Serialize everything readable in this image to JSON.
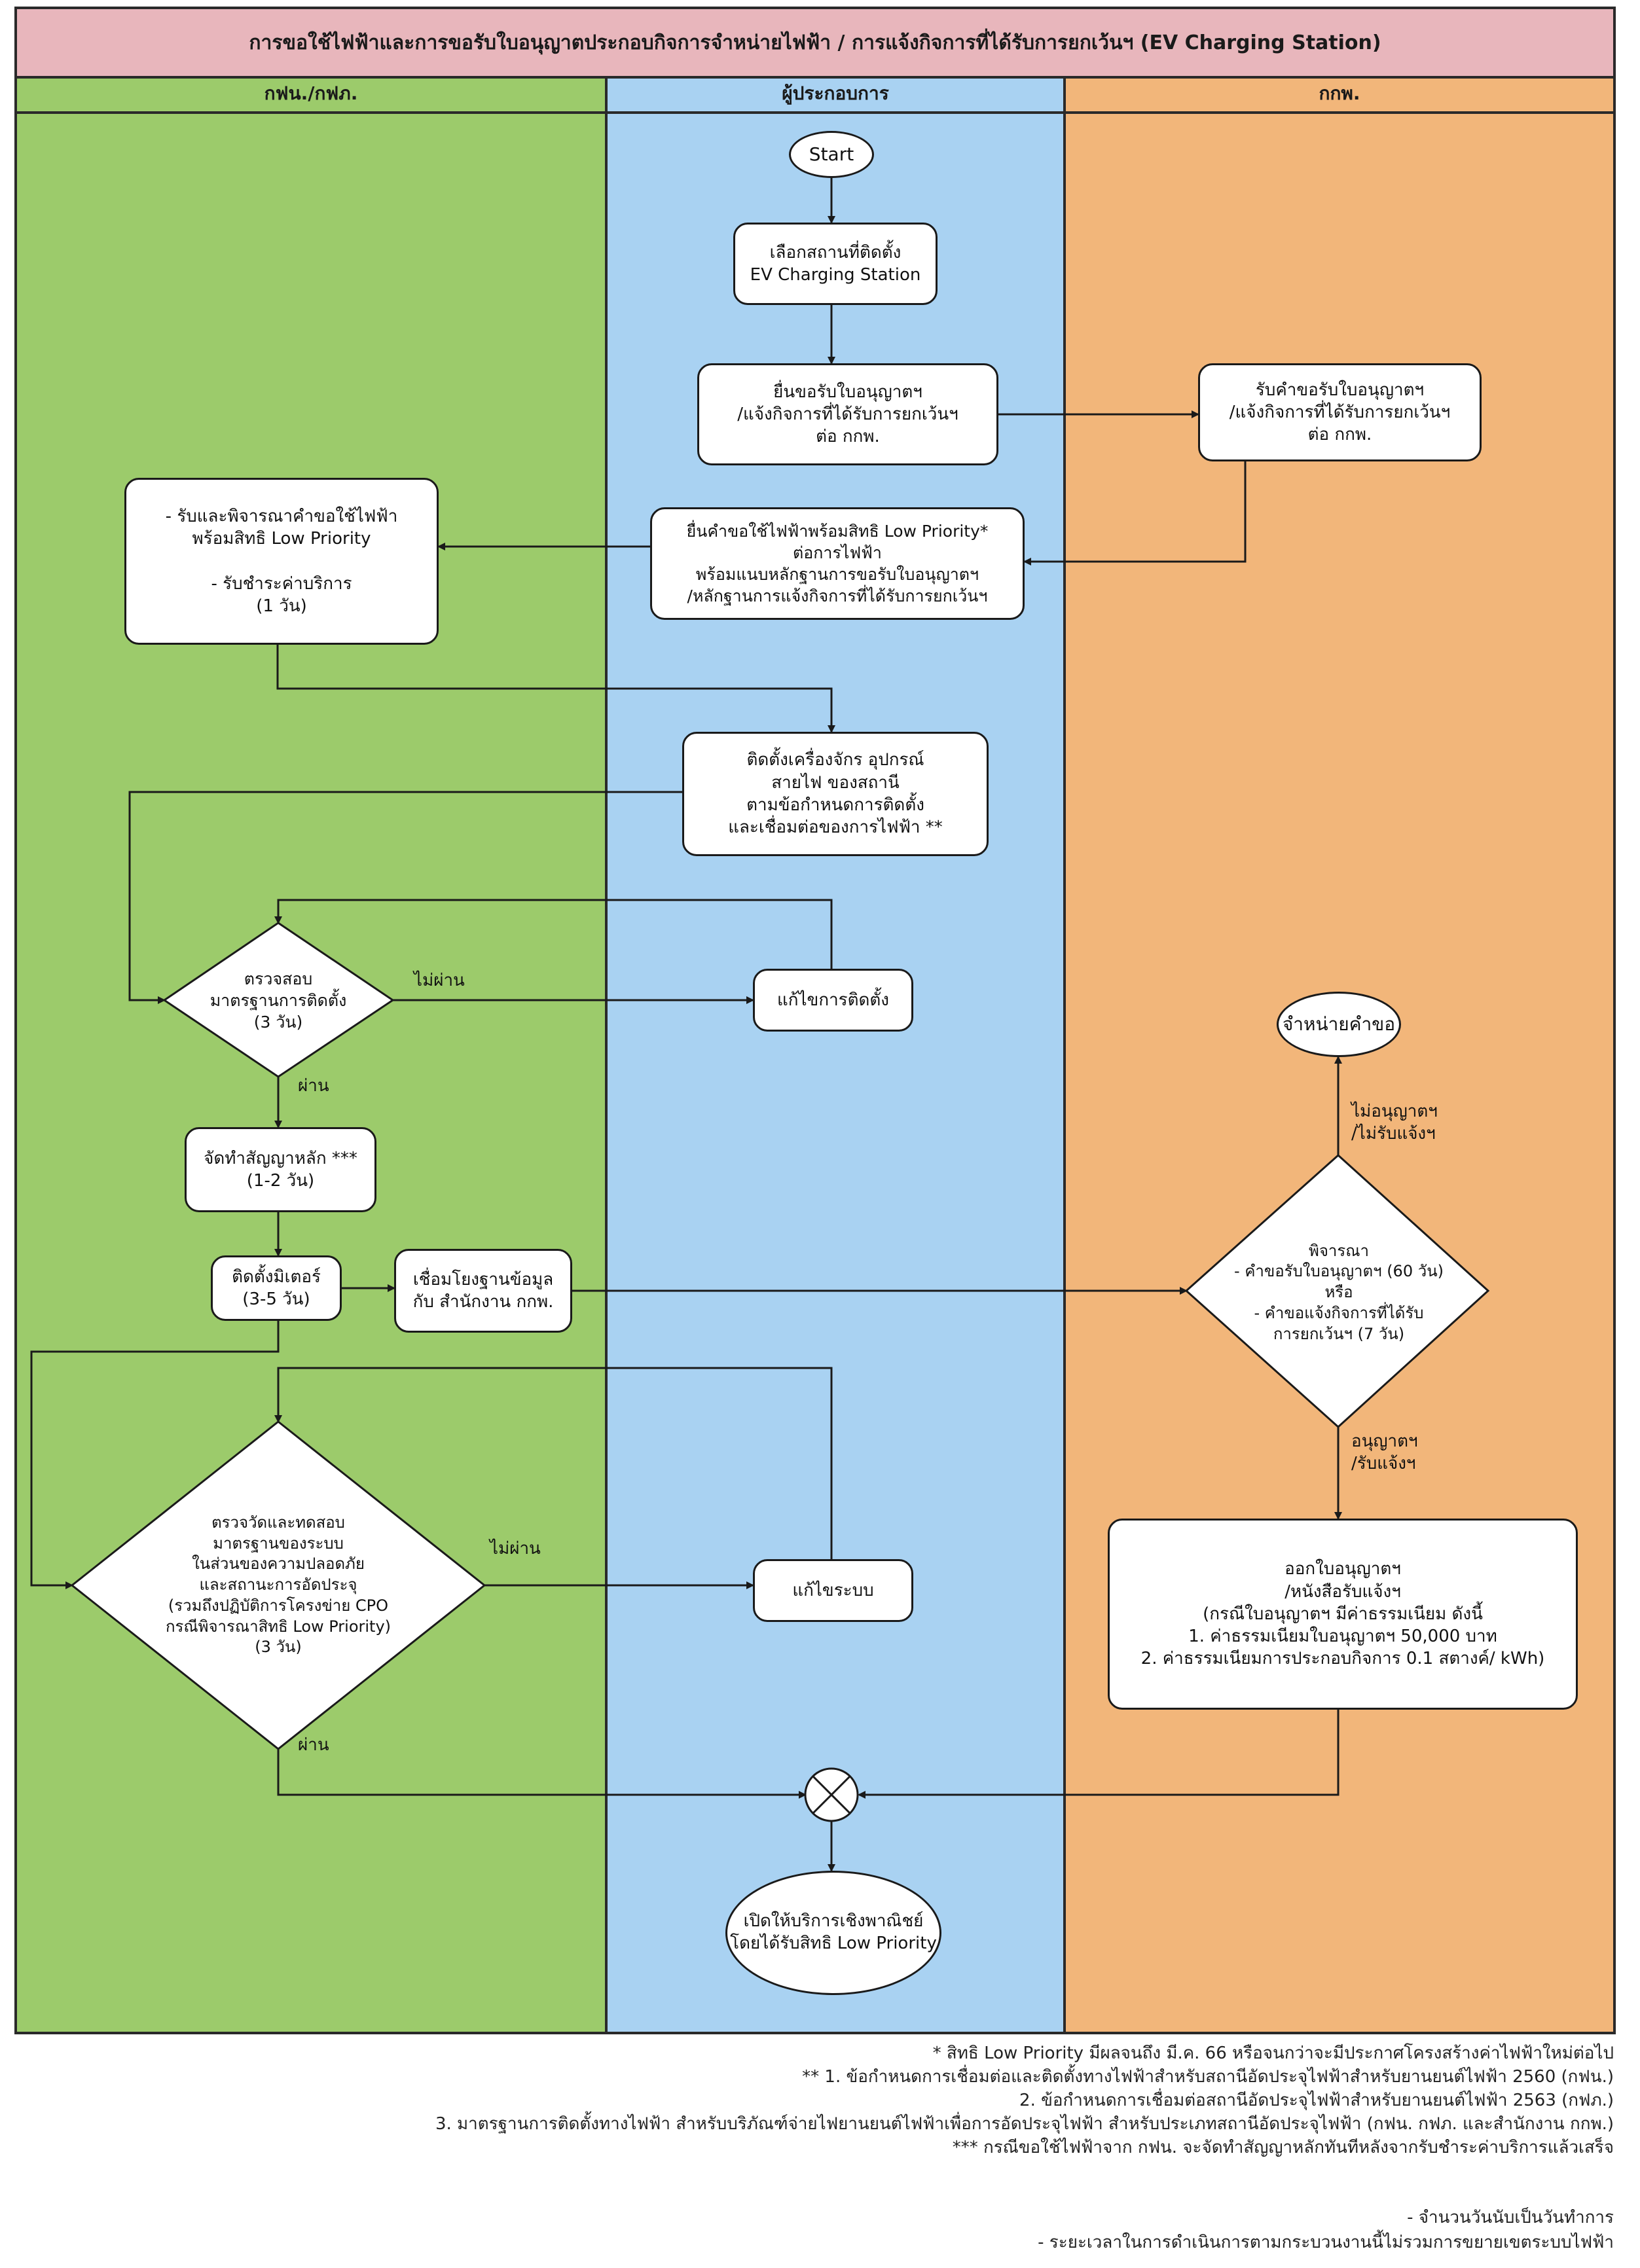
{
  "title": "การขอใช้ไฟฟ้าและการขอรับใบอนุญาตประกอบกิจการจำหน่ายไฟฟ้า / การแจ้งกิจการที่ได้รับการยกเว้นฯ (EV Charging Station)",
  "lanes": {
    "green": "กฟน./กฟภ.",
    "blue": "ผู้ประกอบการ",
    "orange": "กกพ."
  },
  "nodes": {
    "start": "Start",
    "select_site": "เลือกสถานที่ติดตั้ง\nEV Charging Station",
    "submit_license": "ยื่นขอรับใบอนุญาตฯ\n/แจ้งกิจการที่ได้รับการยกเว้นฯ\nต่อ กกพ.",
    "receive_license": "รับคำขอรับใบอนุญาตฯ\n/แจ้งกิจการที่ได้รับการยกเว้นฯ\nต่อ กกพ.",
    "submit_power": "ยื่นคำขอใช้ไฟฟ้าพร้อมสิทธิ Low Priority*\nต่อการไฟฟ้า\nพร้อมแนบหลักฐานการขอรับใบอนุญาตฯ\n/หลักฐานการแจ้งกิจการที่ได้รับการยกเว้นฯ",
    "consider_power": "- รับและพิจารณาคำขอใช้ไฟฟ้า\nพร้อมสิทธิ Low Priority\n\n- รับชำระค่าบริการ\n(1 วัน)",
    "install_equipment": "ติดตั้งเครื่องจักร อุปกรณ์\nสายไฟ ของสถานี\nตามข้อกำหนดการติดตั้ง\nและเชื่อมต่อของการไฟฟ้า **",
    "check_install": "ตรวจสอบ\nมาตรฐานการติดตั้ง\n(3 วัน)",
    "fix_install": "แก้ไขการติดตั้ง",
    "main_contract": "จัดทำสัญญาหลัก ***\n(1-2 วัน)",
    "install_meter": "ติดตั้งมิเตอร์\n(3-5 วัน)",
    "link_database": "เชื่อมโยงฐานข้อมูล\nกับ สำนักงาน กกพ.",
    "measure_test": "ตรวจวัดและทดสอบ\nมาตรฐานของระบบ\nในส่วนของความปลอดภัย\nและสถานะการอัดประจุ\n(รวมถึงปฏิบัติการโครงข่าย CPO\nกรณีพิจารณาสิทธิ Low Priority)\n(3 วัน)",
    "fix_system": "แก้ไขระบบ",
    "dispose_request": "จำหน่ายคำขอ",
    "consider_license": "พิจารณา\n- คำขอรับใบอนุญาตฯ (60 วัน)\nหรือ\n- คำขอแจ้งกิจการที่ได้รับ\nการยกเว้นฯ (7 วัน)",
    "issue_license": "ออกใบอนุญาตฯ\n/หนังสือรับแจ้งฯ\n(กรณีใบอนุญาตฯ มีค่าธรรมเนียม ดังนี้\n1. ค่าธรรมเนียมใบอนุญาตฯ 50,000 บาท\n2. ค่าธรรมเนียมการประกอบกิจการ 0.1 สตางค์/ kWh)",
    "open_service": "เปิดให้บริการเชิงพาณิชย์\nโดยได้รับสิทธิ Low Priority"
  },
  "edge_labels": {
    "fail_install": "ไม่ผ่าน",
    "pass_install": "ผ่าน",
    "fail_test": "ไม่ผ่าน",
    "pass_test": "ผ่าน",
    "not_approved": "ไม่อนุญาตฯ\n/ไม่รับแจ้งฯ",
    "approved": "อนุญาตฯ\n/รับแจ้งฯ"
  },
  "footnotes": [
    "* สิทธิ Low Priority มีผลจนถึง มี.ค. 66 หรือจนกว่าจะมีประกาศโครงสร้างค่าไฟฟ้าใหม่ต่อไป",
    "** 1. ข้อกำหนดการเชื่อมต่อและติดตั้งทางไฟฟ้าสำหรับสถานีอัดประจุไฟฟ้าสำหรับยานยนต์ไฟฟ้า 2560 (กฟน.)",
    "2. ข้อกำหนดการเชื่อมต่อสถานีอัดประจุไฟฟ้าสำหรับยานยนต์ไฟฟ้า 2563 (กฟภ.)",
    "3. มาตรฐานการติดตั้งทางไฟฟ้า สำหรับบริภัณฑ์จ่ายไฟยานยนต์ไฟฟ้าเพื่อการอัดประจุไฟฟ้า สำหรับประเภทสถานีอัดประจุไฟฟ้า (กฟน. กฟภ. และสำนักงาน กกพ.)",
    "*** กรณีขอใช้ไฟฟ้าจาก กฟน. จะจัดทำสัญญาหลักทันทีหลังจากรับชำระค่าบริการแล้วเสร็จ"
  ],
  "remarks": [
    "- จำนวนวันนับเป็นวันทำการ",
    "- ระยะเวลาในการดำเนินการตามกระบวนงานนี้ไม่รวมการขยายเขตระบบไฟฟ้า"
  ],
  "colors": {
    "title_bg": "#e8b6bc",
    "lane_green": "#9ccb6b",
    "lane_blue": "#a9d2f2",
    "lane_orange": "#f2b67a"
  }
}
